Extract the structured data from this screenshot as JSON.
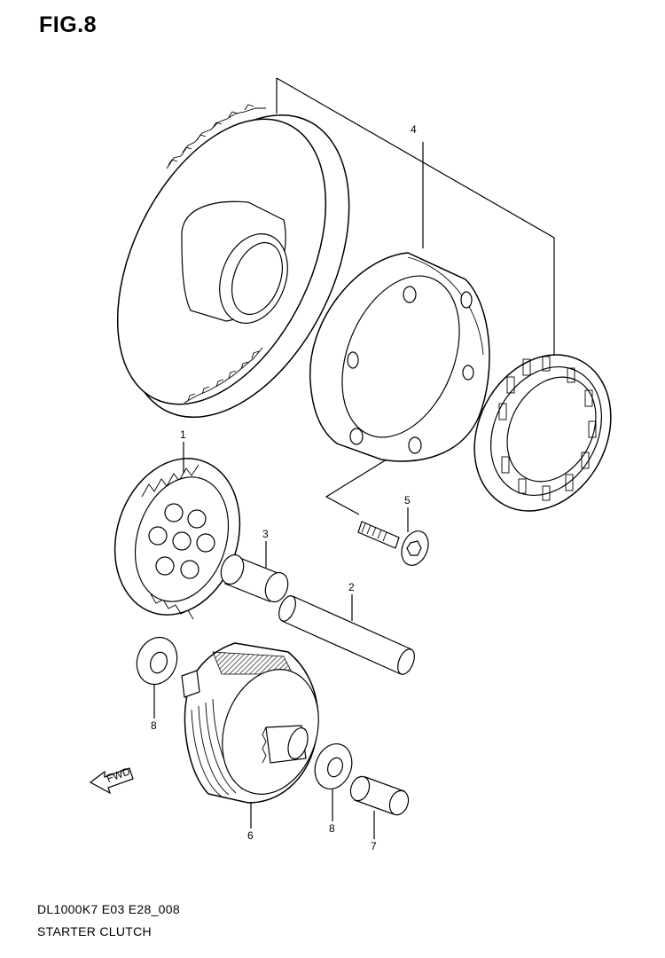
{
  "figure": {
    "title": "FIG.8"
  },
  "callouts": [
    {
      "id": "1",
      "label": "1"
    },
    {
      "id": "2",
      "label": "2"
    },
    {
      "id": "3",
      "label": "3"
    },
    {
      "id": "4",
      "label": "4"
    },
    {
      "id": "5",
      "label": "5"
    },
    {
      "id": "6",
      "label": "6"
    },
    {
      "id": "7",
      "label": "7"
    },
    {
      "id": "8a",
      "label": "8"
    },
    {
      "id": "8b",
      "label": "8"
    }
  ],
  "fwd_arrow": {
    "label": "FWD"
  },
  "footer": {
    "model_code": "DL1000K7 E03 E28_008",
    "caption": "STARTER CLUTCH"
  }
}
